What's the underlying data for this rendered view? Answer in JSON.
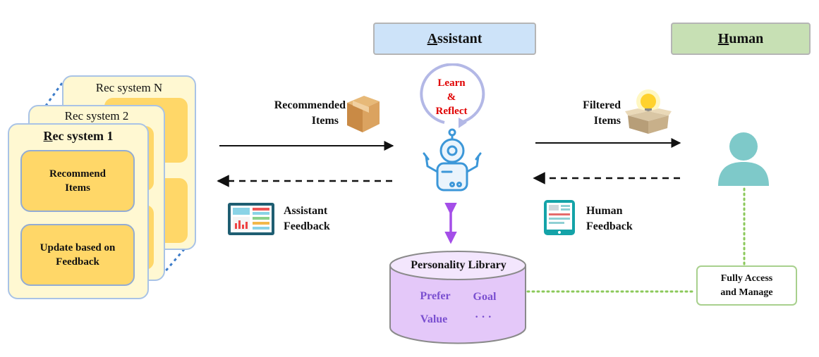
{
  "headers": {
    "assistant": {
      "initial": "A",
      "rest": "ssistant"
    },
    "human": {
      "initial": "H",
      "rest": "uman"
    }
  },
  "rec_systems": {
    "back": "Rec system N",
    "middle": "Rec system 2",
    "front_initial": "R",
    "front_rest": "ec system 1",
    "recommend_line1": "Recommend",
    "recommend_line2": "Items",
    "update_line1": "Update based on",
    "update_line2": "Feedback"
  },
  "arrows": {
    "recommended_line1": "Recommended",
    "recommended_line2": "Items",
    "assistant_fb_line1": "Assistant",
    "assistant_fb_line2": "Feedback",
    "filtered_line1": "Filtered",
    "filtered_line2": "Items",
    "human_fb_line1": "Human",
    "human_fb_line2": "Feedback"
  },
  "learn": {
    "line1": "Learn",
    "line2": "&",
    "line3": "Reflect"
  },
  "library": {
    "title": "Personality Library",
    "prefer": "Prefer",
    "goal": "Goal",
    "value": "Value",
    "more": "· · ·"
  },
  "access": {
    "line1": "Fully Access",
    "line2": "and Manage"
  },
  "colors": {
    "assistant_header": "#cde3f9",
    "human_header": "#c7e0b4",
    "card_bg": "#fff8d2",
    "inner_box": "#ffd768",
    "library_fill": "#e4c8f9",
    "library_text": "#7a4fd0",
    "learn_text": "#e00000",
    "robot": "#3c97d8",
    "person": "#7ec9c9",
    "dotted_green": "#8bc95a"
  },
  "icons": [
    "box-icon",
    "lightbulb-box-icon",
    "robot-icon",
    "person-icon",
    "dashboard-icon",
    "tablet-icon",
    "cycle-arrow-icon",
    "double-arrow-icon"
  ]
}
